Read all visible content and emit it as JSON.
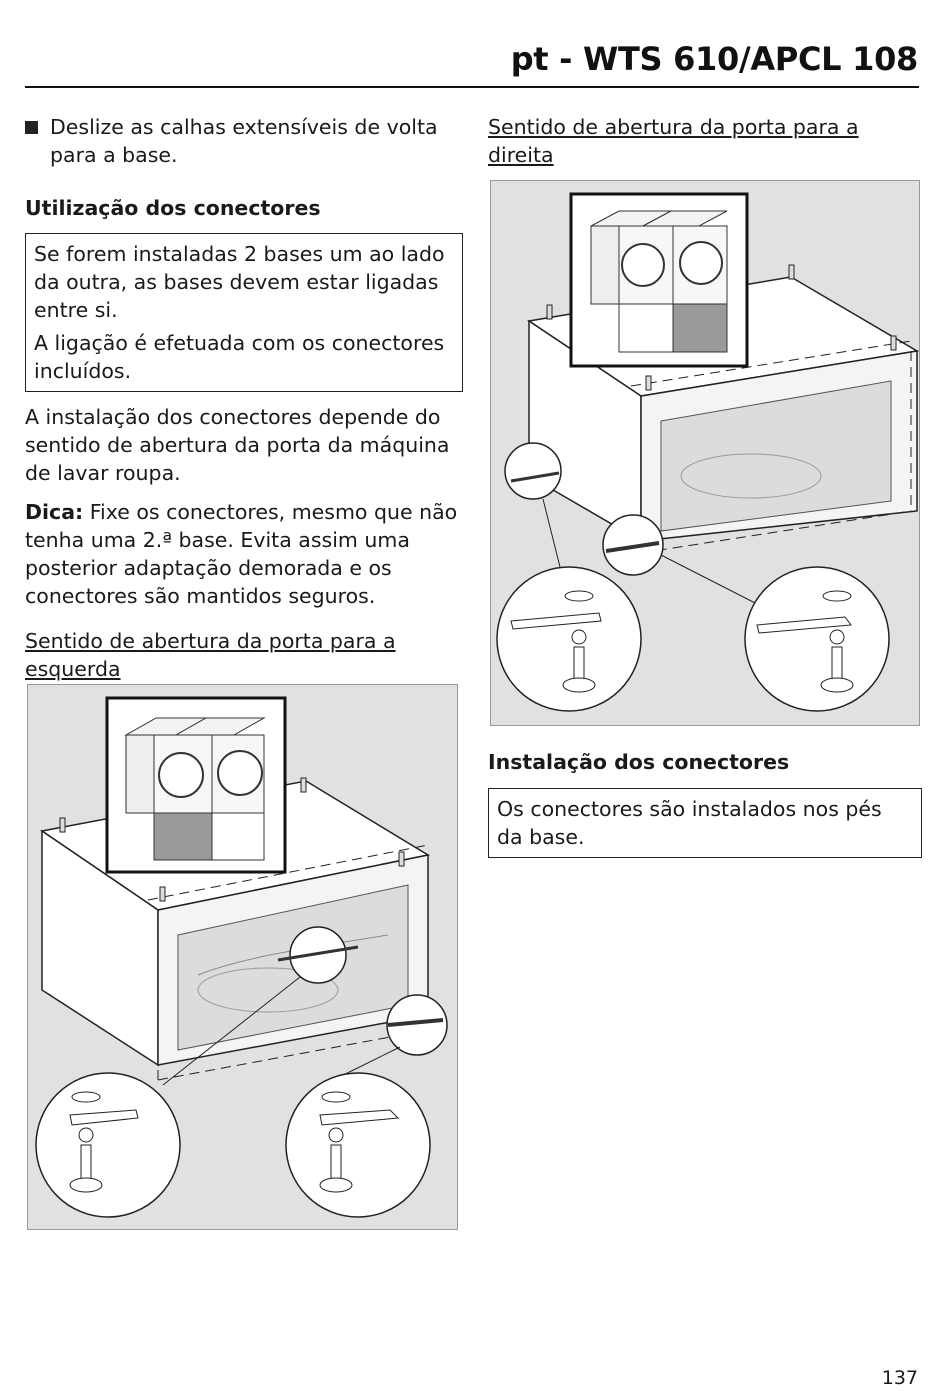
{
  "header": {
    "title": "pt - WTS 610/APCL 108"
  },
  "left": {
    "bullet": "Deslize as calhas extensíveis de volta para a base.",
    "heading": "Utilização dos conectores",
    "note_p1": "Se forem instaladas 2 bases um ao lado da outra, as bases devem estar ligadas entre si.",
    "note_p2": "A ligação é efetuada com os conectores incluídos.",
    "para1": "A instalação dos conectores depende do sentido de abertura da porta da máquina de lavar roupa.",
    "tip_label": "Dica:",
    "tip_text": " Fixe os conectores, mesmo que não tenha uma 2.ª base. Evita assim uma posterior adaptação demorada e os conectores são mantidos seguros.",
    "fig_caption": "Sentido de abertura da porta para a esquerda"
  },
  "right": {
    "fig_caption": "Sentido de abertura da porta para a direita",
    "heading": "Instalação dos conectores",
    "note": "Os conectores são instalados nos pés da base."
  },
  "footer": {
    "page_number": "137"
  }
}
